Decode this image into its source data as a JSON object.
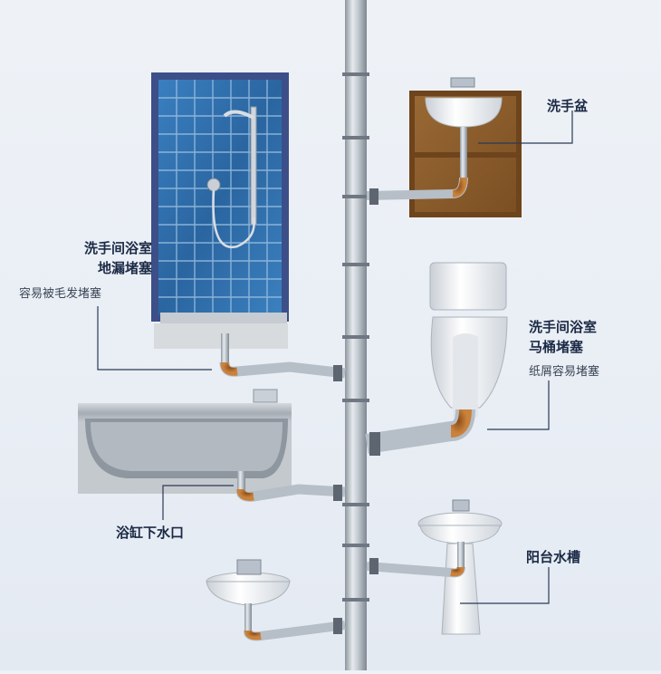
{
  "labels": {
    "washbasin": "洗手盆",
    "floor_drain_l1": "洗手间浴室",
    "floor_drain_l2": "地漏堵塞",
    "floor_drain_note": "容易被毛发堵塞",
    "toilet_l1": "洗手间浴室",
    "toilet_l2": "马桶堵塞",
    "toilet_note": "纸屑容易堵塞",
    "bathtub": "浴缸下水口",
    "balcony": "阳台水槽"
  },
  "colors": {
    "background": "#eaeff5",
    "tile_blue": "#2f6ea8",
    "tile_frame": "#3b4e86",
    "cabinet_wood": "#8a5a2b",
    "pipe_steel": "#b9c2cb",
    "clog_rust": "#b5651d",
    "leader_line": "#2a3a55"
  }
}
